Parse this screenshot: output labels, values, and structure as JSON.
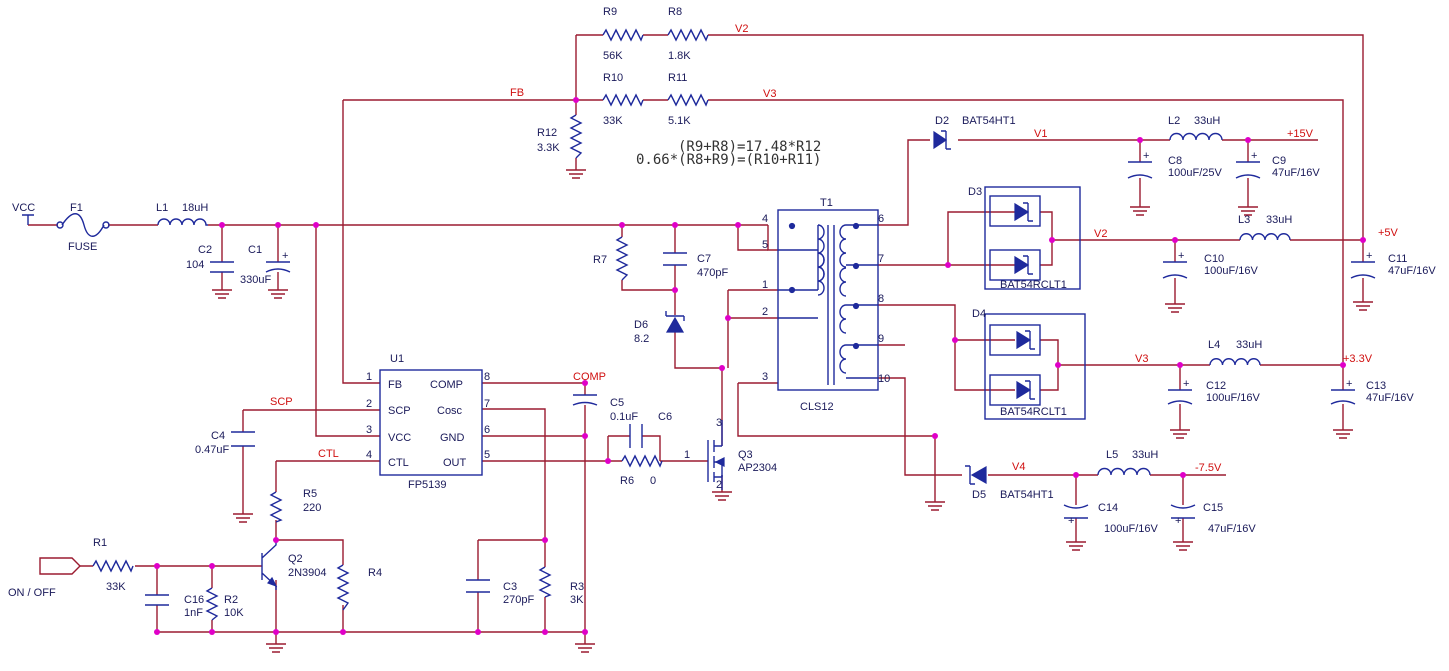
{
  "ref": {
    "vcc": "VCC",
    "f1": "F1",
    "fuse": "FUSE",
    "l1": "L1",
    "l1v": "18uH",
    "c2": "C2",
    "c2v": "104",
    "c1": "C1",
    "c1v": "330uF",
    "r9": "R9",
    "r9v": "56K",
    "r8": "R8",
    "r8v": "1.8K",
    "r10": "R10",
    "r10v": "33K",
    "r11": "R11",
    "r11v": "5.1K",
    "r12": "R12",
    "r12v": "3.3K",
    "d2": "D2",
    "d2p": "BAT54HT1",
    "d3": "D3",
    "d3p": "BAT54RCLT1",
    "d4": "D4",
    "d4p": "BAT54RCLT1",
    "d5": "D5",
    "d5p": "BAT54HT1",
    "d6": "D6",
    "d6v": "8.2",
    "r7": "R7",
    "c7": "C7",
    "c7v": "470pF",
    "t1": "T1",
    "t1p": "CLS12",
    "l2": "L2",
    "l2v": "33uH",
    "c8": "C8",
    "c8v": "100uF/25V",
    "c9": "C9",
    "c9v": "47uF/16V",
    "l3": "L3",
    "l3v": "33uH",
    "c10": "C10",
    "c10v": "100uF/16V",
    "c11": "C11",
    "c11v": "47uF/16V",
    "l4": "L4",
    "l4v": "33uH",
    "c12": "C12",
    "c12v": "100uF/16V",
    "c13": "C13",
    "c13v": "47uF/16V",
    "l5": "L5",
    "l5v": "33uH",
    "c14": "C14",
    "c14v": "100uF/16V",
    "c15": "C15",
    "c15v": "47uF/16V",
    "u1": "U1",
    "u1p": "FP5139",
    "c4": "C4",
    "c4v": "0.47uF",
    "c5": "C5",
    "c5v": "0.1uF",
    "c6": "C6",
    "r6": "R6",
    "r6v": "0",
    "q3": "Q3",
    "q3p": "AP2304",
    "r5": "R5",
    "r5v": "220",
    "q2": "Q2",
    "q2p": "2N3904",
    "r4": "R4",
    "r1": "R1",
    "r1v": "33K",
    "c16": "C16",
    "c16v": "1nF",
    "r2": "R2",
    "r2v": "10K",
    "c3": "C3",
    "c3v": "270pF",
    "r3": "R3",
    "r3v": "3K",
    "onoff": "ON / OFF"
  },
  "nets": {
    "fb": "FB",
    "v1": "V1",
    "v2": "V2",
    "v3": "V3",
    "v4": "V4",
    "scp": "SCP",
    "ctl": "CTL",
    "comp": "COMP",
    "p15": "+15V",
    "p5": "+5V",
    "p33": "+3.3V",
    "n75": "-7.5V"
  },
  "equations": {
    "eq1": "(R9+R8)=17.48*R12",
    "eq2": "0.66*(R8+R9)=(R10+R11)"
  },
  "pins": {
    "fb": "FB",
    "scp": "SCP",
    "vcc": "VCC",
    "ctl": "CTL",
    "comp": "COMP",
    "osc": "Cosc",
    "gnd": "GND",
    "out": "OUT",
    "n1": "1",
    "n2": "2",
    "n3": "3",
    "n4": "4",
    "n5": "5",
    "n6": "6",
    "n7": "7",
    "n8": "8",
    "n9": "9",
    "n10": "10"
  }
}
